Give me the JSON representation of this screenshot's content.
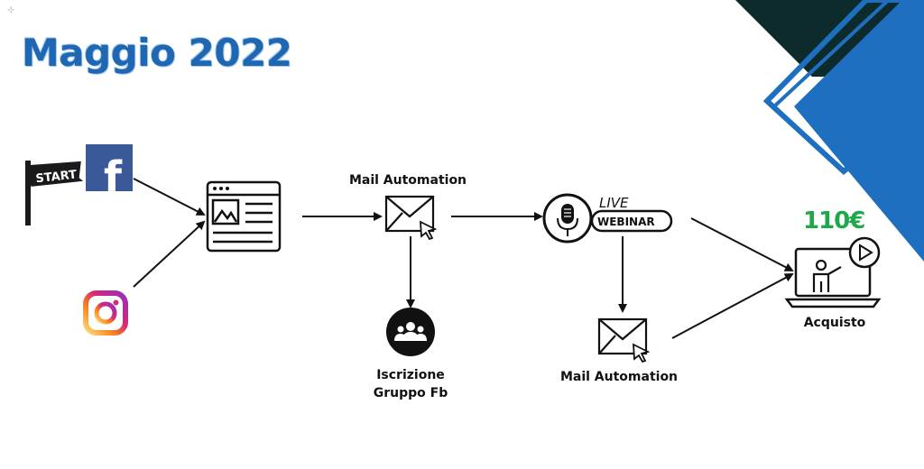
{
  "title": "Maggio 2022",
  "corner_mark": "⊹",
  "icons": {
    "start_flag_text": "START",
    "facebook_letter": "f",
    "live_text": "LIVE",
    "webinar_text": "WEBINAR"
  },
  "labels": {
    "mail_automation_top": "Mail Automation",
    "iscrizione_line1": "Iscrizione",
    "iscrizione_line2": "Gruppo Fb",
    "mail_automation_bottom": "Mail Automation",
    "acquisto": "Acquisto",
    "price": "110€"
  },
  "colors": {
    "title_blue": "#1f67b1",
    "deco_dark": "#0d2a2c",
    "deco_blue": "#1e6fbf",
    "facebook_blue": "#3b5998",
    "price_green": "#1fa84b"
  }
}
